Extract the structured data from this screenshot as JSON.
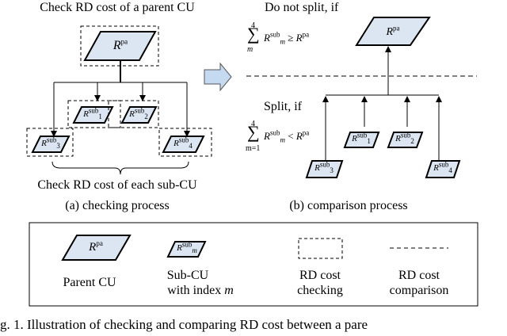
{
  "panel_a": {
    "title": "Check RD cost of a parent CU",
    "bottom": "Check RD cost of each sub-CU",
    "caption": "(a) checking process"
  },
  "panel_b": {
    "no_split": "Do not split, if",
    "split": "Split, if",
    "caption": "(b) comparison process"
  },
  "symbols": {
    "R": "R",
    "pa": "pa",
    "sub": "sub",
    "m": "m",
    "m_eq_1": "m=1",
    "four": "4",
    "ge": "≥",
    "lt": "<",
    "sigma": "∑",
    "i1": "1",
    "i2": "2",
    "i3": "3",
    "i4": "4"
  },
  "legend": {
    "parent": "Parent CU",
    "sub_line1": "Sub-CU",
    "sub_line2": "with index",
    "rd1": "RD cost",
    "rd1b": "checking",
    "rd2": "RD cost",
    "rd2b": "comparison"
  },
  "figure_caption": "g. 1.    Illustration of checking and comparing RD cost between a pare",
  "colors": {
    "fill": "#dce6f2",
    "stroke": "#000000",
    "arrow": "#c5d9f1"
  }
}
